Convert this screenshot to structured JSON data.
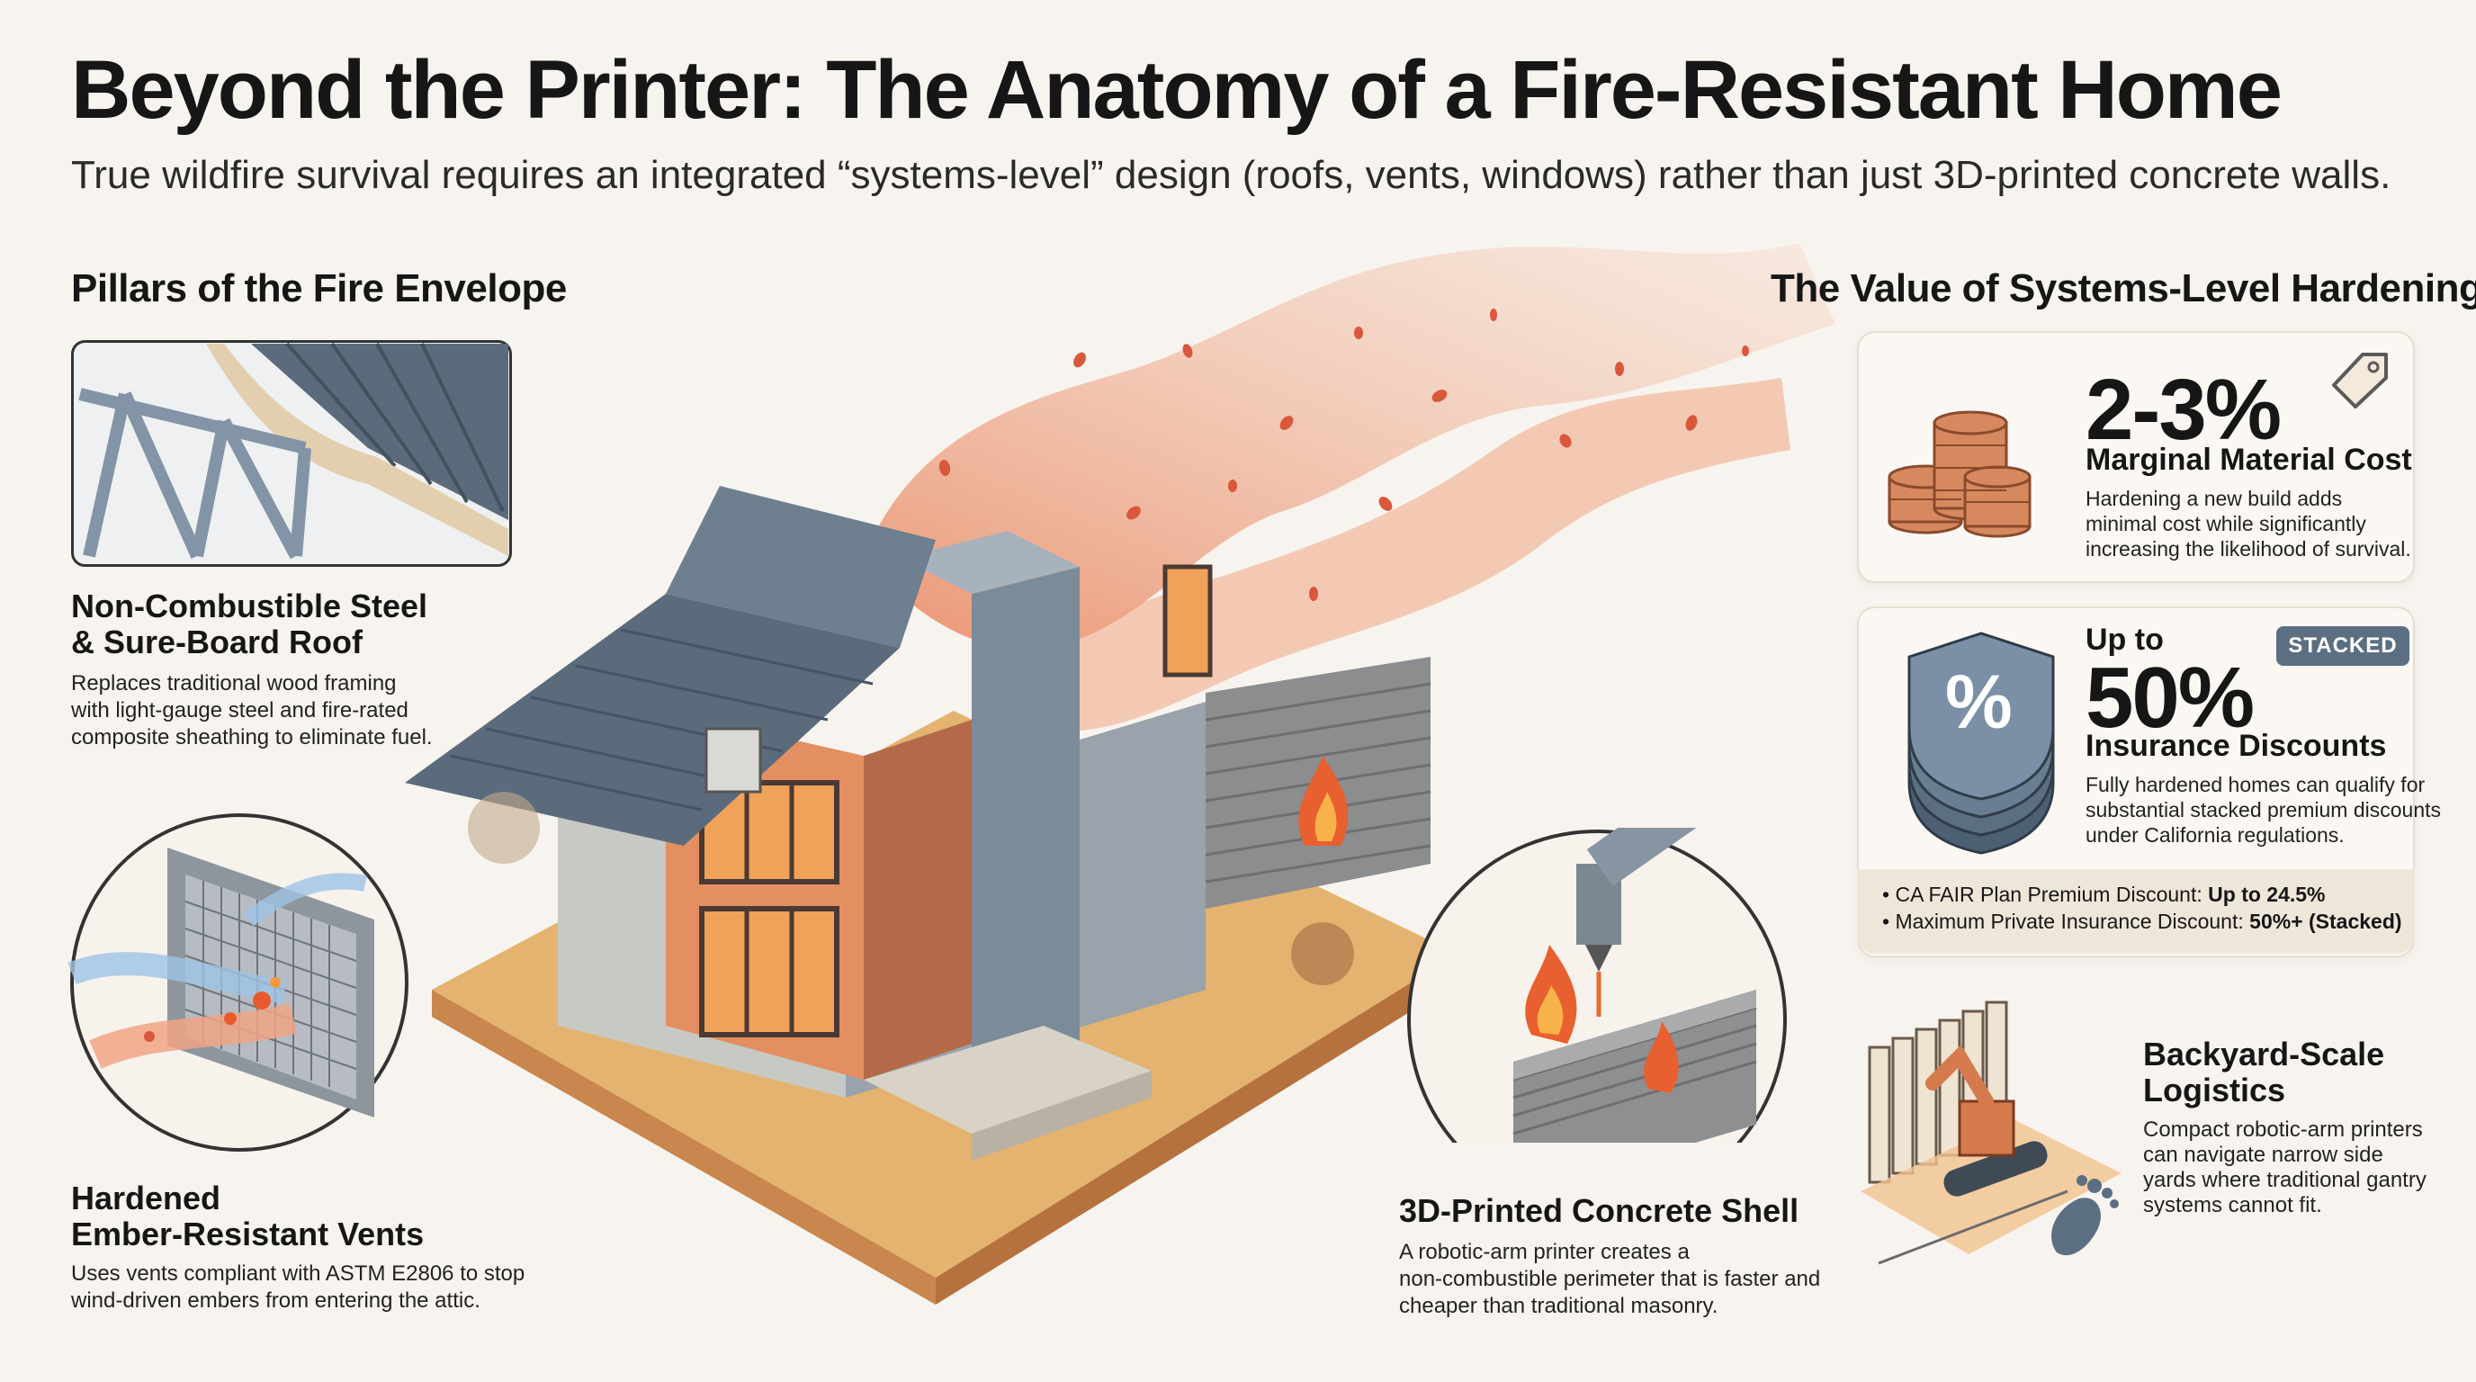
{
  "header": {
    "title": "Beyond the Printer: The Anatomy of a Fire-Resistant Home",
    "subtitle": "True wildfire survival requires an integrated “systems-level” design (roofs, vents, windows) rather than just 3D-printed concrete walls."
  },
  "left": {
    "heading": "Pillars of the Fire Envelope",
    "roof": {
      "title_line1": "Non-Combustible Steel",
      "title_line2": "& Sure-Board Roof",
      "desc_line1": "Replaces traditional wood framing",
      "desc_line2": "with light-gauge steel and fire-rated",
      "desc_line3": "composite sheathing to eliminate fuel."
    },
    "vents": {
      "title_line1": "Hardened",
      "title_line2": "Ember-Resistant Vents",
      "desc_line1": "Uses vents compliant with ASTM E2806 to stop",
      "desc_line2": "wind-driven embers from entering the attic."
    }
  },
  "center": {
    "shell": {
      "title": "3D-Printed Concrete Shell",
      "desc_line1": "A robotic-arm printer creates a",
      "desc_line2": "non-combustible perimeter that is faster and",
      "desc_line3": "cheaper than traditional masonry."
    }
  },
  "right": {
    "heading": "The Value of Systems-Level Hardening",
    "cost_card": {
      "value": "2-3%",
      "label": "Marginal Material Cost",
      "desc_line1": "Hardening a new build adds",
      "desc_line2": "minimal cost while significantly",
      "desc_line3": "increasing the likelihood of survival."
    },
    "insurance_card": {
      "prefix": "Up to",
      "value": "50%",
      "label": "Insurance Discounts",
      "badge": "STACKED",
      "shield_symbol": "%",
      "desc_line1": "Fully hardened homes can qualify for",
      "desc_line2": "substantial stacked premium discounts",
      "desc_line3": "under California regulations.",
      "bullets": [
        {
          "label": "CA FAIR Plan Premium Discount:",
          "value": "Up to 24.5%"
        },
        {
          "label": "Maximum Private Insurance Discount:",
          "value": "50%+ (Stacked)"
        }
      ]
    },
    "logistics": {
      "title_line1": "Backyard-Scale",
      "title_line2": "Logistics",
      "desc_line1": "Compact robotic-arm printers",
      "desc_line2": "can navigate narrow side",
      "desc_line3": "yards where traditional gantry",
      "desc_line4": "systems cannot fit."
    }
  },
  "colors": {
    "steel": "#5f7387",
    "ember": "#e8805e",
    "sand": "#e2b06e",
    "coin": "#d6895e",
    "badge": "#5c6f82"
  },
  "icons": [
    "price-tag-icon",
    "coin-stack-icon",
    "percent-shield-icon",
    "footprint-icon"
  ]
}
